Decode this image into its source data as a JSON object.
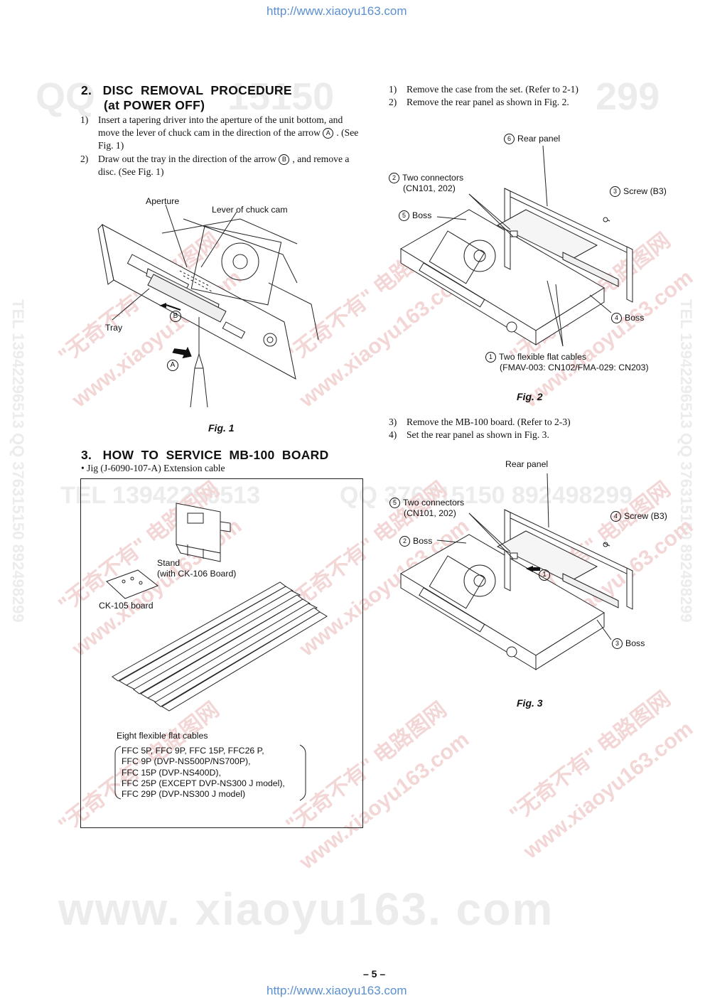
{
  "header_url": "http://www.xiaoyu163.com",
  "footer_url": "http://www.xiaoyu163.com",
  "page_number": "– 5 –",
  "watermarks": {
    "top_left": "QQ",
    "top_mid": "15150",
    "top_right": "299",
    "mid_left": "TEL 13942296513",
    "mid_right": "QQ 376315150 892498299",
    "side_left": "TEL 13942296513 QQ 376315150 892498299",
    "side_right": "TEL 13942296513 QQ 376315150 892498299",
    "bottom": "www. xiaoyu163. com",
    "diag_cn": "\"无奇不有\" 电路图网",
    "diag_url": "www.xiaoyu163.com"
  },
  "section2": {
    "title_line1": "2.   DISC  REMOVAL  PROCEDURE",
    "title_line2": "(at  POWER  OFF)",
    "steps": [
      {
        "num": "1)",
        "text_a": "Insert a tapering driver into the aperture of the unit bottom, and move the lever of chuck cam in the direction of the arrow ",
        "mark": "A",
        "text_b": ". (See Fig. 1)"
      },
      {
        "num": "2)",
        "text_a": "Draw out the tray in the direction of the arrow ",
        "mark": "B",
        "text_b": ", and remove a disc. (See Fig. 1)"
      }
    ],
    "fig1": {
      "caption": "Fig. 1",
      "labels": {
        "aperture": "Aperture",
        "lever": "Lever of chuck cam",
        "tray": "Tray",
        "arrow_a": "A",
        "arrow_b": "B"
      }
    }
  },
  "section3": {
    "title": "3.   HOW  TO  SERVICE  MB-100  BOARD",
    "jig": "•  Jig (J-6090-107-A) Extension cable",
    "jig_box": {
      "stand": "Stand",
      "stand_sub": "(with CK-106 Board)",
      "ck105": "CK-105 board",
      "cables_title": "Eight flexible flat cables",
      "cables_list": [
        "FFC 5P, FFC 9P, FFC 15P, FFC26 P,",
        "FFC 9P (DVP-NS500P/NS700P),",
        "FFC 15P (DVP-NS400D),",
        "FFC 25P (EXCEPT DVP-NS300 J model),",
        "FFC 29P (DVP-NS300 J model)"
      ]
    }
  },
  "right": {
    "steps_top": [
      {
        "num": "1)",
        "text": "Remove the case from the set. (Refer to 2-1)"
      },
      {
        "num": "2)",
        "text": "Remove the rear panel as shown in Fig. 2."
      }
    ],
    "fig2": {
      "caption": "Fig. 2",
      "labels": {
        "rear_panel": "Rear panel",
        "rear_panel_n": "6",
        "two_connectors": "Two connectors",
        "two_connectors_sub": "(CN101, 202)",
        "two_connectors_n": "2",
        "screw": "Screw (B3)",
        "screw_n": "3",
        "boss_a": "Boss",
        "boss_a_n": "5",
        "boss_b": "Boss",
        "boss_b_n": "4",
        "cables": "Two flexible flat cables",
        "cables_sub": "(FMAV-003: CN102/FMA-029: CN203)",
        "cables_n": "1"
      }
    },
    "steps_mid": [
      {
        "num": "3)",
        "text": "Remove the MB-100 board. (Refer to 2-3)"
      },
      {
        "num": "4)",
        "text": "Set the rear panel as shown in Fig. 3."
      }
    ],
    "fig3": {
      "caption": "Fig. 3",
      "labels": {
        "rear_panel": "Rear panel",
        "two_connectors": "Two connectors",
        "two_connectors_sub": "(CN101, 202)",
        "two_connectors_n": "5",
        "screw": "Screw (B3)",
        "screw_n": "4",
        "boss_a": "Boss",
        "boss_a_n": "2",
        "boss_b": "Boss",
        "boss_b_n": "3",
        "arrow_n": "1"
      }
    }
  }
}
